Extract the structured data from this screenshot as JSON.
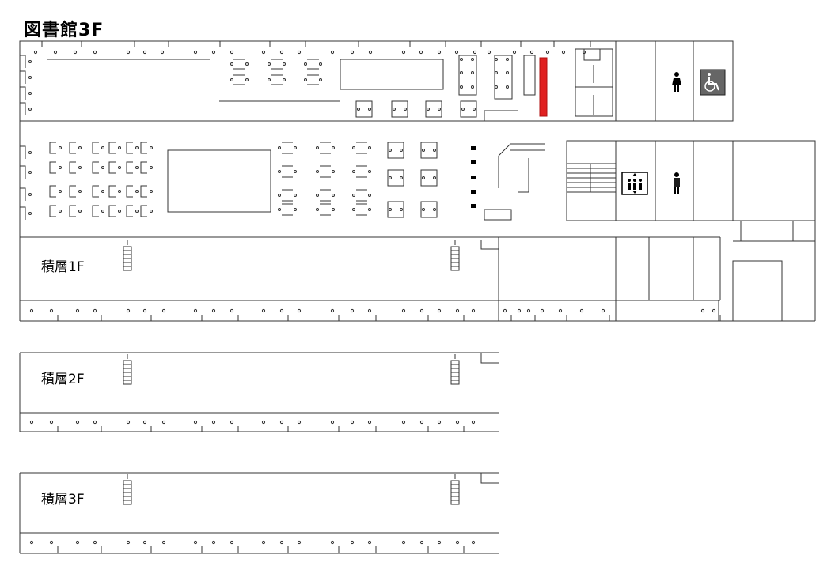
{
  "title": "図書館3F",
  "stacks": [
    {
      "label": "積層1F"
    },
    {
      "label": "積層2F"
    },
    {
      "label": "積層3F"
    }
  ],
  "icons": {
    "women_restroom": "female-restroom-icon",
    "men_restroom": "male-restroom-icon",
    "accessible_restroom": "wheelchair-icon",
    "elevator": "elevator-icon",
    "pc": "computer-icon"
  },
  "colors": {
    "line": "#333333",
    "highlight": "#e02020",
    "accessible_bg": "#666666"
  }
}
